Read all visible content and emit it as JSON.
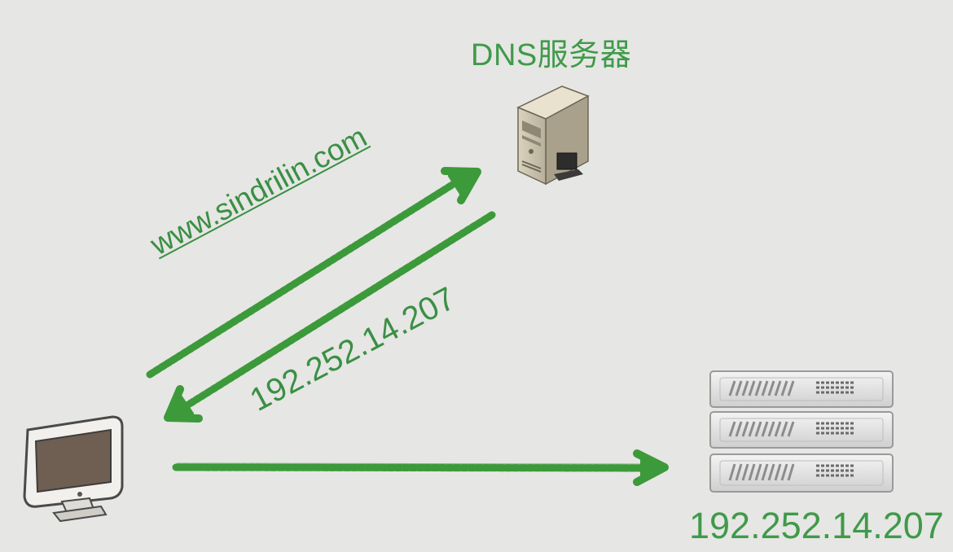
{
  "diagram": {
    "dns_server_label": "DNS服务器",
    "request_domain": "www.sindrilin.com",
    "response_ip": "192.252.14.207",
    "web_server_ip": "192.252.14.207"
  },
  "colors": {
    "background": "#e6e6e4",
    "arrow_green": "#3c9a3a",
    "text_green": "#3f9a4a"
  },
  "icons": {
    "client": "computer-monitor-icon",
    "dns": "dns-server-tower-icon",
    "web": "rack-server-icon"
  }
}
